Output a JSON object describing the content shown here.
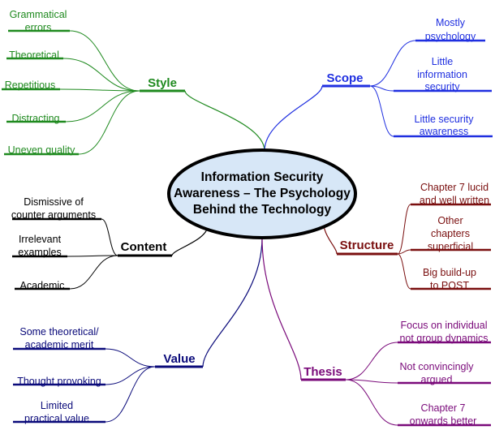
{
  "center": {
    "lines": [
      "Information Security",
      "Awareness – The Psychology",
      "Behind the Technology"
    ]
  },
  "colors": {
    "style": "#1f8a1f",
    "scope": "#1f2fe0",
    "content": "#000000",
    "structure": "#7a0f0f",
    "value": "#0a0a7a",
    "thesis": "#7a0a7a",
    "center_fill": "#d7e7f7",
    "center_stroke": "#000000"
  },
  "branches": [
    {
      "id": "style",
      "label": "Style",
      "leaves": [
        {
          "lines": [
            "Grammatical",
            "errors"
          ]
        },
        {
          "lines": [
            "Theoretical"
          ]
        },
        {
          "lines": [
            "Repetitious"
          ]
        },
        {
          "lines": [
            "Distracting"
          ]
        },
        {
          "lines": [
            "Uneven quality"
          ]
        }
      ]
    },
    {
      "id": "scope",
      "label": "Scope",
      "leaves": [
        {
          "lines": [
            "Mostly",
            "psychology"
          ]
        },
        {
          "lines": [
            "Little",
            "information",
            "security"
          ]
        },
        {
          "lines": [
            "Little security",
            "awareness"
          ]
        }
      ]
    },
    {
      "id": "content",
      "label": "Content",
      "leaves": [
        {
          "lines": [
            "Dismissive of",
            "counter arguments"
          ]
        },
        {
          "lines": [
            "Irrelevant",
            "examples"
          ]
        },
        {
          "lines": [
            "Academic"
          ]
        }
      ]
    },
    {
      "id": "structure",
      "label": "Structure",
      "leaves": [
        {
          "lines": [
            "Chapter 7 lucid",
            "and well written"
          ]
        },
        {
          "lines": [
            "Other",
            "chapters",
            "superficial"
          ]
        },
        {
          "lines": [
            "Big build-up",
            "to POST"
          ]
        }
      ]
    },
    {
      "id": "value",
      "label": "Value",
      "leaves": [
        {
          "lines": [
            "Some theoretical/",
            "academic merit"
          ]
        },
        {
          "lines": [
            "Thought provoking"
          ]
        },
        {
          "lines": [
            "Limited",
            "practical value"
          ]
        }
      ]
    },
    {
      "id": "thesis",
      "label": "Thesis",
      "leaves": [
        {
          "lines": [
            "Focus on individual",
            "not group dynamics"
          ]
        },
        {
          "lines": [
            "Not convincingly",
            "argued"
          ]
        },
        {
          "lines": [
            "Chapter 7",
            "onwards better"
          ]
        }
      ]
    }
  ]
}
